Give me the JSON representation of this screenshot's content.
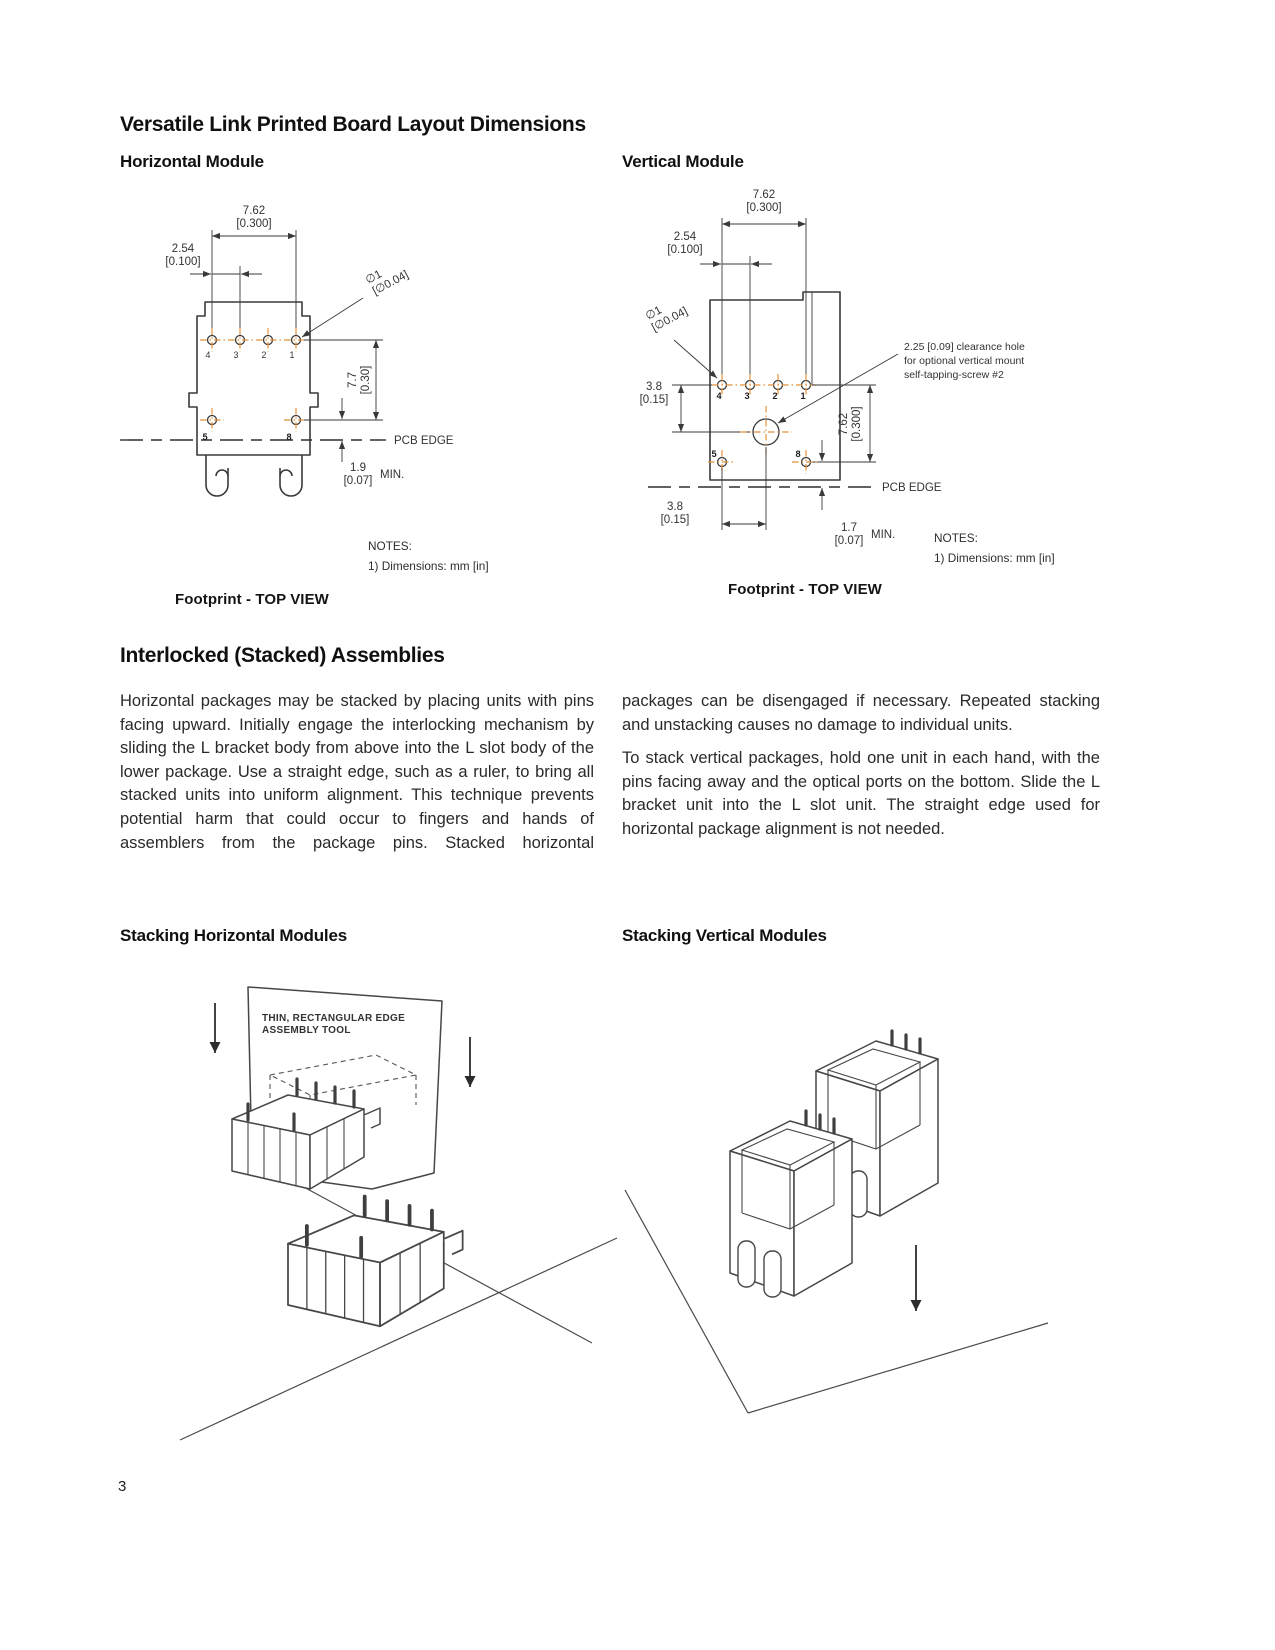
{
  "page": {
    "title": "Versatile Link Printed Board Layout Dimensions",
    "page_number": "3"
  },
  "colors": {
    "centerline_orange": "#e2913a",
    "drawing_line": "#3a3a3a"
  },
  "horizontal": {
    "heading": "Horizontal Module",
    "caption": "Footprint - TOP VIEW",
    "notes_title": "NOTES:",
    "notes_item": "1) Dimensions: mm [in]",
    "pcb_edge_label": "PCB EDGE",
    "min_label": "MIN.",
    "pin_top": [
      "4",
      "3",
      "2",
      "1"
    ],
    "pin_bottom": [
      "5",
      "8"
    ],
    "dim_762_mm": "7.62",
    "dim_762_in": "[0.300]",
    "dim_254_mm": "2.54",
    "dim_254_in": "[0.100]",
    "dim_dia_mm": "∅1",
    "dim_dia_in": "[∅0.04]",
    "dim_77_mm": "7.7",
    "dim_77_in": "[0.30]",
    "dim_19_mm": "1.9",
    "dim_19_in": "[0.07]"
  },
  "vertical": {
    "heading": "Vertical Module",
    "caption": "Footprint - TOP VIEW",
    "notes_title": "NOTES:",
    "notes_item": "1) Dimensions: mm [in]",
    "pcb_edge_label": "PCB EDGE",
    "min_label": "MIN.",
    "pin_top": [
      "4",
      "3",
      "2",
      "1"
    ],
    "pin_bottom": [
      "5",
      "8"
    ],
    "dim_762_mm": "7.62",
    "dim_762_in": "[0.300]",
    "dim_254_mm": "2.54",
    "dim_254_in": "[0.100]",
    "dim_dia_mm": "∅1",
    "dim_dia_in": "[∅0.04]",
    "dim_38_top_mm": "3.8",
    "dim_38_top_in": "[0.15]",
    "dim_38_bottom_mm": "3.8",
    "dim_38_bottom_in": "[0.15]",
    "dim_762v_mm": "7.62",
    "dim_762v_in": "[0.300]",
    "dim_17_mm": "1.7",
    "dim_17_in": "[0.07]",
    "clearance_note_1": "2.25 [0.09] clearance hole",
    "clearance_note_2": "for optional vertical mount",
    "clearance_note_3": "self-tapping-screw #2"
  },
  "assemblies": {
    "heading": "Interlocked (Stacked) Assemblies",
    "left_paragraph": "Horizontal packages may be stacked by placing units with pins facing upward. Initially engage the interlocking mechanism by sliding the L bracket body from above into the L slot body of the lower package. Use a straight edge, such as a ruler, to bring all stacked units into uniform alignment. This technique prevents potential harm that could occur to fingers and hands of assemblers from the package pins. Stacked horizontal",
    "right_paragraph_1": "packages can be disengaged if necessary. Repeated stacking and unstacking causes no damage to individual units.",
    "right_paragraph_2": "To stack vertical packages, hold one unit in each hand, with the pins facing away and the optical ports on the bottom. Slide the L bracket unit into the L slot unit. The straight edge used for horizontal package alignment is not needed."
  },
  "stacking": {
    "horizontal_heading": "Stacking Horizontal Modules",
    "vertical_heading": "Stacking Vertical Modules",
    "tool_label_1": "THIN, RECTANGULAR EDGE",
    "tool_label_2": "ASSEMBLY TOOL"
  }
}
